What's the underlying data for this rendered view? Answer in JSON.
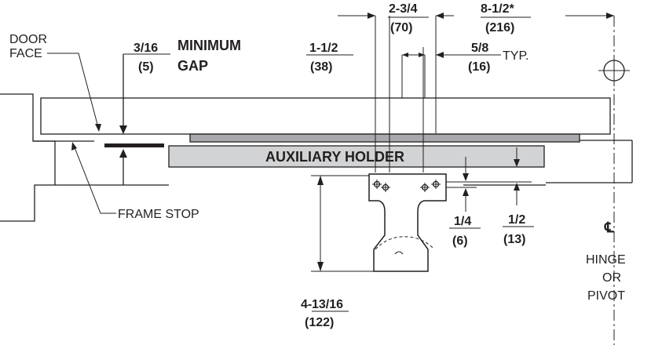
{
  "labels": {
    "door_face_1": "DOOR",
    "door_face_2": "FACE",
    "gap_num": "3/16",
    "gap_mm": "(5)",
    "gap_word1": "MINIMUM",
    "gap_word2": "GAP",
    "dim_2_3_4": "2-3/4",
    "dim_70": "(70)",
    "dim_8_1_2": "8-1/2*",
    "dim_216": "(216)",
    "dim_1_1_2": "1-1/2",
    "dim_38": "(38)",
    "dim_5_8": "5/8",
    "dim_16": "(16)",
    "typ": "TYP.",
    "holder": "AUXILIARY HOLDER",
    "frame_stop": "FRAME STOP",
    "dim_1_4": "1/4",
    "dim_6": "(6)",
    "dim_1_2": "1/2",
    "dim_13": "(13)",
    "dim_4_13_16_a": "4-",
    "dim_4_13_16_b": "13/16",
    "dim_122": "(122)",
    "centerline": "℄",
    "hinge_1": "HINGE",
    "hinge_2": "OR",
    "hinge_3": "PIVOT"
  },
  "colors": {
    "ink": "#231f20",
    "holder_fill": "#d1d3d4",
    "bar_fill": "#a7a9ac"
  }
}
